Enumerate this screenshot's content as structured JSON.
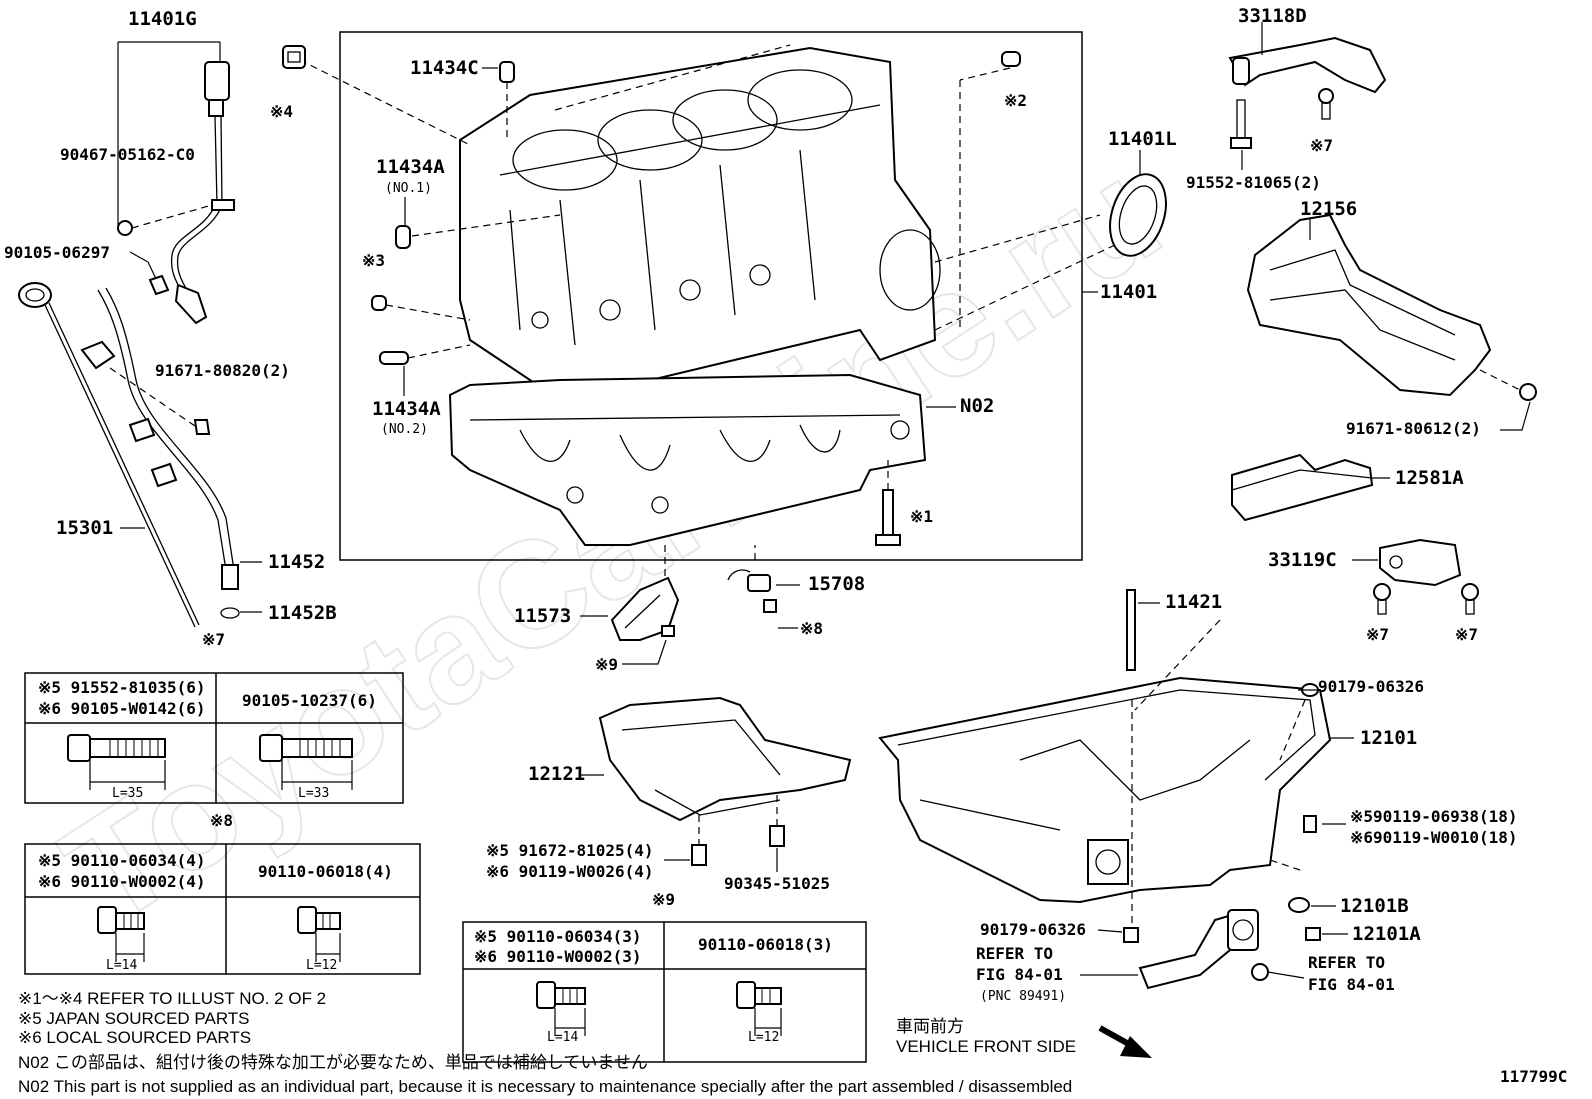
{
  "watermark": "ToyotaCarMine.ru",
  "parts": {
    "p11401G": "11401G",
    "p90467": "90467-05162-C0",
    "p90105_06297": "90105-06297",
    "p91671_80820": "91671-80820(2)",
    "p15301": "15301",
    "p11452": "11452",
    "p11452B": "11452B",
    "p11434C": "11434C",
    "p11434A1": "11434A",
    "p11434A1_sub": "(NO.1)",
    "p11434A2": "11434A",
    "p11434A2_sub": "(NO.2)",
    "p11401": "11401",
    "p11401L": "11401L",
    "pN02": "N02",
    "p33118D": "33118D",
    "p91552_81065": "91552-81065(2)",
    "p12156": "12156",
    "p91671_80612": "91671-80612(2)",
    "p12581A": "12581A",
    "p33119C": "33119C",
    "p11573": "11573",
    "p15708": "15708",
    "p11421": "11421",
    "p90179_06326a": "90179-06326",
    "p12101": "12101",
    "p12121": "12121",
    "p12101B": "12101B",
    "p12101A": "12101A",
    "p90179_06326b": "90179-06326",
    "p90345": "90345-51025",
    "p91672_a": "※5 91672-81025(4)",
    "p91672_b": "※6 90119-W0026(4)",
    "p90119_a": "※590119-06938(18)",
    "p90119_b": "※690119-W0010(18)"
  },
  "refs": {
    "r1": "※1",
    "r2": "※2",
    "r3": "※3",
    "r4": "※4",
    "r7a": "※7",
    "r7b": "※7",
    "r7c": "※7",
    "r7d": "※7",
    "r8": "※8",
    "r8b": "※8",
    "r9": "※9",
    "r9b": "※9"
  },
  "refer_left": {
    "line1": "REFER TO",
    "line2": "FIG 84-01",
    "line3": "(PNC 89491)"
  },
  "refer_right": {
    "line1": "REFER TO",
    "line2": "FIG 84-01"
  },
  "table7": {
    "left_a": "※5 91552-81035(6)",
    "left_b": "※6 90105-W0142(6)",
    "right": "90105-10237(6)",
    "left_len": "L=35",
    "right_len": "L=33"
  },
  "table8": {
    "left_a": "※5 90110-06034(4)",
    "left_b": "※6 90110-W0002(4)",
    "right": "90110-06018(4)",
    "left_len": "L=14",
    "right_len": "L=12"
  },
  "table9": {
    "left_a": "※5 90110-06034(3)",
    "left_b": "※6 90110-W0002(3)",
    "right": "90110-06018(3)",
    "left_len": "L=14",
    "right_len": "L=12"
  },
  "notes": {
    "n1": "※1～※4  REFER TO ILLUST NO. 2 OF 2",
    "n5": "※5 JAPAN SOURCED PARTS",
    "n6": "※6 LOCAL SOURCED PARTS",
    "n02_jp": "N02  この部品は、組付け後の特殊な加工が必要なため、単品では補給していません",
    "n02_en": "N02  This part is not supplied as an individual part, because it is necessary to maintenance specially after the part assembled / disassembled"
  },
  "front": {
    "jp": "車両前方",
    "en": "VEHICLE FRONT SIDE"
  },
  "figure_id": "117799C"
}
